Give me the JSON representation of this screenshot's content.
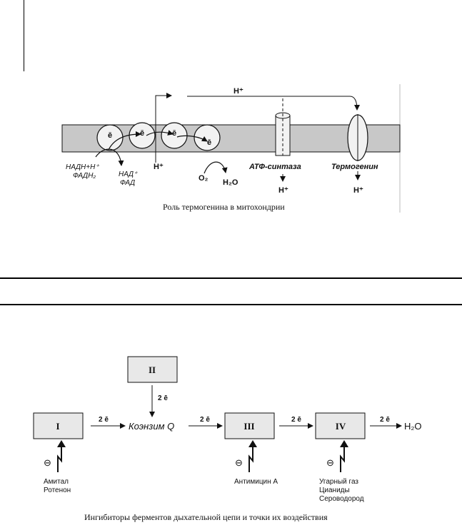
{
  "figure1": {
    "electron": "ē",
    "h_plus": "H⁺",
    "nadh": "НАДН+Н⁺",
    "fadh2": "ФАДН₂",
    "nad": "НАД⁺",
    "fad": "ФАД",
    "o2": "O₂",
    "h2o": "H₂O",
    "atp_synthase": "АТФ-синтаза",
    "thermogenin": "Термогенин",
    "caption": "Роль термогенина в митохондрии"
  },
  "figure2": {
    "complex_1": "I",
    "complex_2": "II",
    "complex_3": "III",
    "complex_4": "IV",
    "two_e": "2 ē",
    "coenzyme_q": "Коэнзим Q",
    "h2o": "H₂O",
    "inhibit_sign": "⊖",
    "inhibitors_1": [
      "Амитал",
      "Ротенон"
    ],
    "inhibitors_3": [
      "Антимицин А"
    ],
    "inhibitors_4": [
      "Угарный газ",
      "Цианиды",
      "Сероводород"
    ],
    "caption": "Ингибиторы ферментов дыхательной цепи и точки их воздействия"
  }
}
